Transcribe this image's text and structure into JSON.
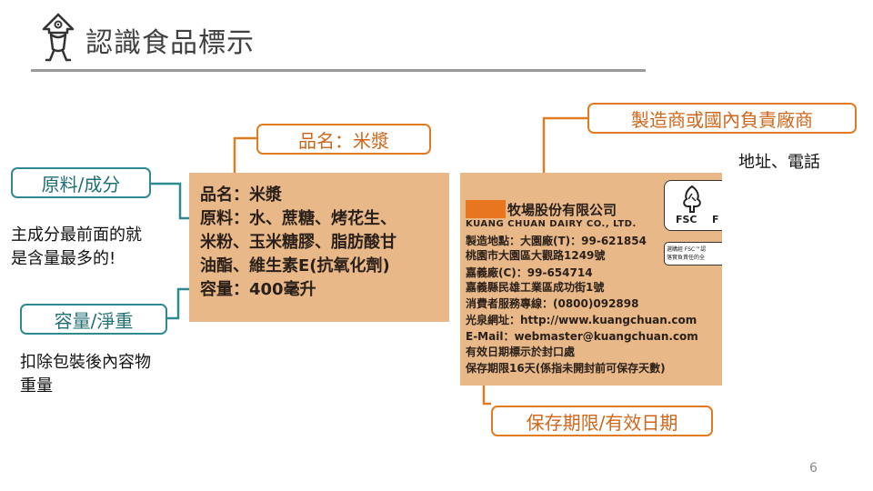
{
  "slide": {
    "title": "認識食品標示",
    "page_number": "6"
  },
  "callouts": {
    "ingredients": "原料/成分",
    "product_name": "品名：米漿",
    "net_volume": "容量/淨重",
    "manufacturer": "製造商或國內負責廠商",
    "shelf_life": "保存期限/有效日期"
  },
  "notes": {
    "ingredients_line1": "主成分最前面的就",
    "ingredients_line2": "是含量最多的!",
    "net_line1": "扣除包裝後內容物",
    "net_line2": "重量",
    "manufacturer_info": "地址、電話"
  },
  "left_label": {
    "lines": [
      "品名：米漿",
      "原料：水、蔗糖、烤花生、",
      "米粉、玉米糖膠、脂肪酸甘",
      "油酯、維生素E(抗氧化劑)",
      "容量：400毫升"
    ]
  },
  "right_label": {
    "company": "牧場股份有限公司",
    "company_en": "KUANG CHUAN DAIRY CO., LTD.",
    "lines": [
      "製造地點：大園廠(T)：99-621854",
      "桃園市大園區大觀路1249號",
      "嘉義廠(C)：99-654714",
      "嘉義縣民雄工業區成功街1號",
      "消費者服務專線：(0800)092898",
      "光泉網址：http://www.kuangchuan.com",
      "E-Mail：webmaster@kuangchuan.com",
      "有效日期標示於封口處",
      "保存期限16天(係指未開封前可保存天數)"
    ],
    "fsc_text": "FSC",
    "fsc_cut": "F",
    "fsc_note_1": "選購經 FSC™認",
    "fsc_note_2": "落實負責任的全"
  },
  "colors": {
    "teal": "#2e8a8f",
    "orange": "#e07b22",
    "label_bg": "#e9b888",
    "title_rule": "#9a9a9a"
  }
}
